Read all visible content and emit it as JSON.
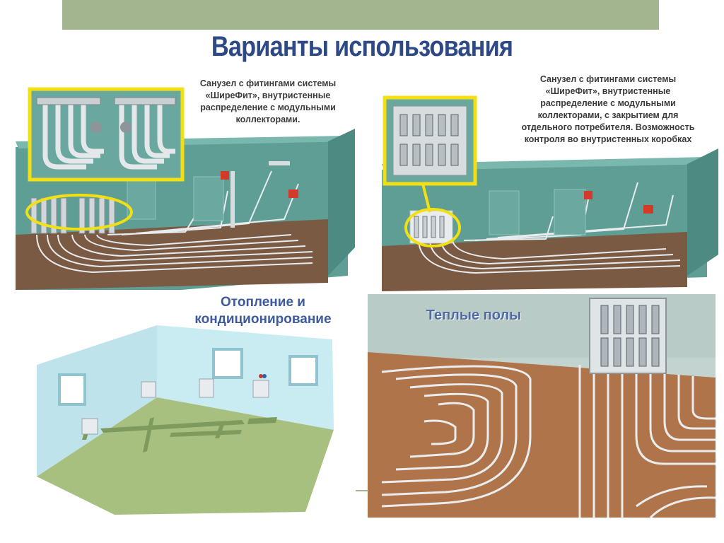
{
  "slide": {
    "title": "Варианты использования"
  },
  "panels": {
    "bathroom_manifold": {
      "caption": "Санузел с фитингами системы «ШиреФит», внутристенные распределение с модульными коллекторами."
    },
    "bathroom_boxes": {
      "caption": "Санузел с фитингами системы «ШиреФит», внутристенные распределение с модульными коллекторами, с закрытием для отдельного потребителя. Возможность контроля во внутристенных коробках"
    },
    "heating": {
      "label": "Отопление и кондиционирование"
    },
    "floor_heating": {
      "label": "Теплые полы"
    }
  },
  "colors": {
    "title": "#2e4a86",
    "top_band": "#a3b58e",
    "wall_teal": "#5a9c94",
    "floor_brown": "#7b5a43",
    "highlight_yellow": "#f2e014",
    "label_blue": "#3d5a9e"
  }
}
